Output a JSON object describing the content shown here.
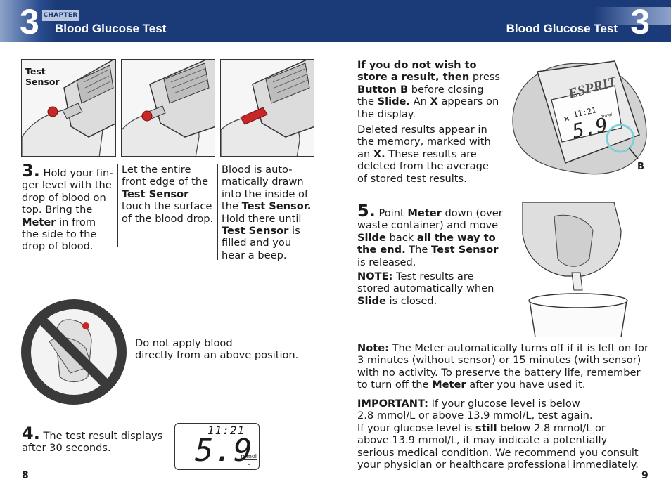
{
  "header": {
    "chapter_number": "3",
    "chapter_label": "CHAPTER",
    "left_title": "Blood Glucose Test",
    "right_title": "Blood Glucose Test",
    "right_number": "3"
  },
  "left_page": {
    "photo_label": "Test Sensor",
    "step3": {
      "number": "3.",
      "col1_rest": "Hold your fin-ger level with the drop of blood on top. Bring the ",
      "col1_b1": "Meter",
      "col1_tail": " in from the side to the drop of blood.",
      "col2_a": "Let the entire front edge of the ",
      "col2_b1": "Test Sensor",
      "col2_c": " touch the surface of the blood drop.",
      "col3_a": "Blood is auto-matically drawn into the inside of the ",
      "col3_b1": "Test Sensor.",
      "col3_c": " Hold there until ",
      "col3_b2": "Test Sensor",
      "col3_d": " is filled and you hear a beep."
    },
    "warning_text_1": "Do not apply blood",
    "warning_text_2": "directly from an above position.",
    "step4": {
      "number": "4.",
      "text": "The test result displays after 30 seconds."
    },
    "display": {
      "time": "11:21",
      "value": "5.9",
      "unit_top": "mmol",
      "unit_bottom": "L"
    },
    "page_number": "8"
  },
  "right_page": {
    "para1_b1": "If you do not wish to store a result, then",
    "para1_a": " press ",
    "para1_b2": "Button B",
    "para1_c": " before closing the ",
    "para1_b3": "Slide.",
    "para1_d": " An ",
    "para1_b4": "X",
    "para1_e": " appears on the display.",
    "para2_a": "Deleted results appear in the memory, marked with an ",
    "para2_b": "X.",
    "para2_c": " These results are deleted from the average of stored test results.",
    "meter_brand": "ESPRIT",
    "meter_time": "11:21",
    "meter_value": "5.9",
    "meter_unit": "mmol",
    "meter_unit_bottom": "L",
    "button_label": "B",
    "step5": {
      "number": "5.",
      "a": "Point ",
      "b1": "Meter",
      "c": " down (over waste container) and move ",
      "b2": "Slide",
      "d": " back ",
      "b3": "all the way to the end.",
      "e": " The ",
      "b4": "Test Sensor",
      "f": " is released."
    },
    "note1_label": "NOTE:",
    "note1_text": " Test results are stored automatically when ",
    "note1_b": "Slide",
    "note1_tail": " is closed.",
    "note2_label": "Note:",
    "note2_text": " The Meter automatically turns off if it is left on for 3 minutes (without sensor) or 15 minutes (with sensor) with no activity. To preserve the battery life, remember to turn off the ",
    "note2_b": "Meter",
    "note2_tail": " after you have used it.",
    "important_label": "IMPORTANT:",
    "important_a": " If your glucose level is below",
    "important_b": "2.8 mmol/L or above 13.9 mmol/L, test again.",
    "important_c": "If your glucose level is ",
    "important_still": "still",
    "important_d": " below 2.8 mmol/L or",
    "important_e": "above 13.9 mmol/L, it may indicate a potentially",
    "important_f": "serious medical condition. We recommend you consult",
    "important_g": "your physician or healthcare professional immediately.",
    "page_number": "9"
  }
}
